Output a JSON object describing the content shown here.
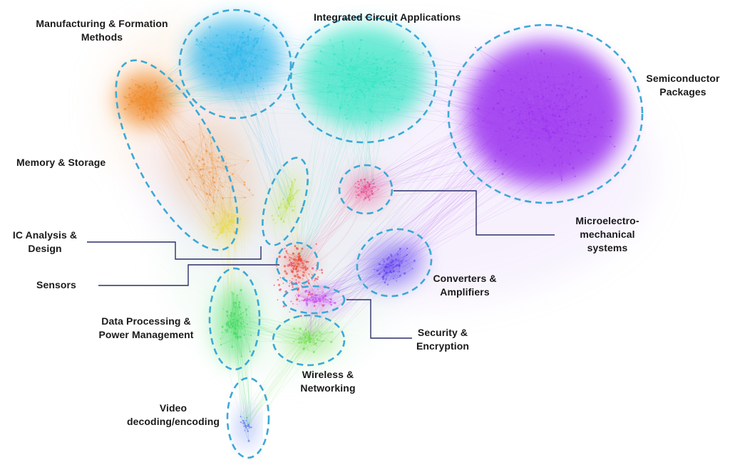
{
  "colors": {
    "manufacturing": "#2db8ec",
    "integrated_circuit": "#2ee6c3",
    "semiconductor": "#9b30f0",
    "memory": "#f08a2a",
    "ic_analysis": "#e4df3a",
    "sensors_ic": "#b5e13c",
    "sensors": "#ee3a2a",
    "mems": "#ec2f7a",
    "converters": "#5b3df0",
    "security": "#c43af0",
    "data_processing": "#3ad95a",
    "wireless": "#6ee04a",
    "video": "#4a6cf0",
    "outline": "#3aa9d6",
    "leader": "#2a2f6a",
    "text": "#1a1a1a"
  },
  "labels": {
    "manufacturing_line1": "Manufacturing & Formation",
    "manufacturing_line2": "Methods",
    "integrated_circuit": "Integrated Circuit Applications",
    "semiconductor_line1": "Semiconductor",
    "semiconductor_line2": "Packages",
    "memory": "Memory & Storage",
    "ic_analysis_line1": "IC Analysis &",
    "ic_analysis_line2": "Design",
    "sensors": "Sensors",
    "mems_line1": "Microelectro-",
    "mems_line2": "mechanical",
    "mems_line3": "systems",
    "converters_line1": "Converters &",
    "converters_line2": "Amplifiers",
    "data_processing_line1": "Data Processing &",
    "data_processing_line2": "Power Management",
    "security_line1": "Security &",
    "security_line2": "Encryption",
    "wireless_line1": "Wireless &",
    "wireless_line2": "Networking",
    "video_line1": "Video",
    "video_line2": "decoding/encoding"
  }
}
